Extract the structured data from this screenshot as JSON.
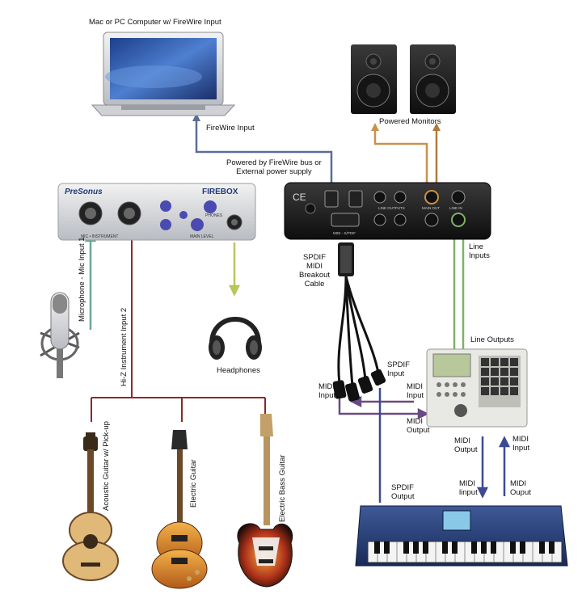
{
  "labels": {
    "computer": "Mac or PC Computer w/ FireWire Input",
    "firewire_input": "FireWire Input",
    "powered_monitors": "Powered Monitors",
    "powered_by_l1": "Powered by FireWire bus or",
    "powered_by_l2": "External power supply",
    "spdif_cable_l1": "SPDIF",
    "spdif_cable_l2": "MIDI",
    "spdif_cable_l3": "Breakout",
    "spdif_cable_l4": "Cable",
    "line_inputs_l1": "Line",
    "line_inputs_l2": "Inputs",
    "line_outputs": "Line Outputs",
    "headphones": "Headphones",
    "mic_input": "Microphone - Mic Input 1",
    "hiz_input": "Hi-Z Instrument Input 2",
    "spdif_input_l1": "SPDIF",
    "spdif_input_l2": "Input",
    "midi_input_left_l1": "MIDI",
    "midi_input_left_l2": "Input",
    "midi_input_mpc_l1": "MIDI",
    "midi_input_mpc_l2": "Input",
    "midi_output_mpc_l1": "MIDI",
    "midi_output_mpc_l2": "Output",
    "midi_output_right_l1": "MIDI",
    "midi_output_right_l2": "Output",
    "midi_input_right_l1": "MIDI",
    "midi_input_right_l2": "Input",
    "midi_linput_l1": "MIDI",
    "midi_linput_l2": "linput",
    "midi_ouput_l1": "MIDI",
    "midi_ouput_l2": "Ouput",
    "spdif_output_l1": "SPDIF",
    "spdif_output_l2": "Output",
    "acoustic_guitar": "Acoustic Guitar w/ Pick-up",
    "electric_guitar": "Electric Guitar",
    "bass_guitar": "Electric Bass Guitar"
  },
  "devices": {
    "presonus_brand": "PreSonus",
    "firebox_name": "FIREBOX",
    "phones_label": "PHONES",
    "main_level_label": "MAIN LEVEL",
    "mic_instrument_label": "MIC • INSTRUMENT",
    "line_outputs_panel": "LINE OUTPUTS",
    "main_out_panel": "MAIN OUT",
    "line_in_panel": "LINE IN",
    "midi_spdif_panel": "MIDI - S/PDIF"
  },
  "colors": {
    "firewire": "#5a6c9c",
    "monitor_cables": "#c9924a",
    "line": "#7fb06a",
    "headphone": "#b4c85a",
    "mic": "#6aa890",
    "guitar": "#8a2a2a",
    "midi": "#6a4a84",
    "spdif": "#3c4a94",
    "keyboard_midi": "#3c4a94"
  }
}
